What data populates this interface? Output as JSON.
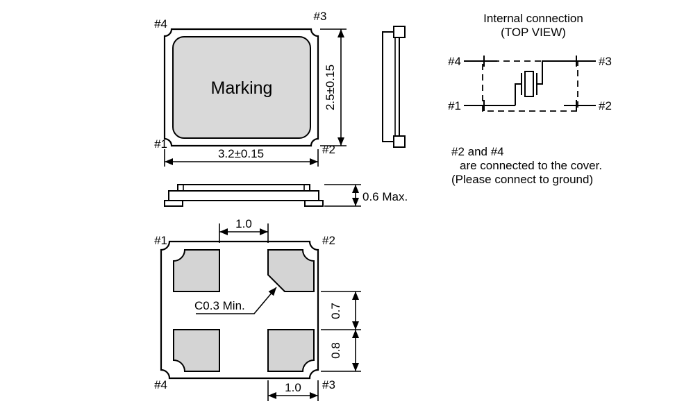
{
  "package_top_view": {
    "marking_label": "Marking",
    "pin_top_left": "#4",
    "pin_top_right": "#3",
    "pin_bottom_left": "#1",
    "pin_bottom_right": "#2",
    "width_dimension": "3.2±0.15",
    "height_dimension": "2.5±0.15"
  },
  "internal_connection": {
    "title": "Internal connection",
    "subtitle": "(TOP VIEW)",
    "pin_top_left": "#4",
    "pin_top_right": "#3",
    "pin_bottom_left": "#1",
    "pin_bottom_right": "#2",
    "note_line1": "#2 and #4",
    "note_line2": "are connected to the cover.",
    "note_line3": "(Please connect to ground)"
  },
  "profile_view": {
    "height_dimension": "0.6 Max."
  },
  "bottom_view": {
    "pin_top_left": "#1",
    "pin_top_right": "#2",
    "pin_bottom_left": "#4",
    "pin_bottom_right": "#3",
    "top_pad_dimension": "1.0",
    "bottom_pad_dimension": "1.0",
    "right_dimension_upper": "0.7",
    "right_dimension_lower": "0.8",
    "chamfer_note": "C0.3 Min."
  },
  "colors": {
    "line": "#000000",
    "pad_fill": "#d4d4d4",
    "marking_fill": "#d9d9d9"
  }
}
